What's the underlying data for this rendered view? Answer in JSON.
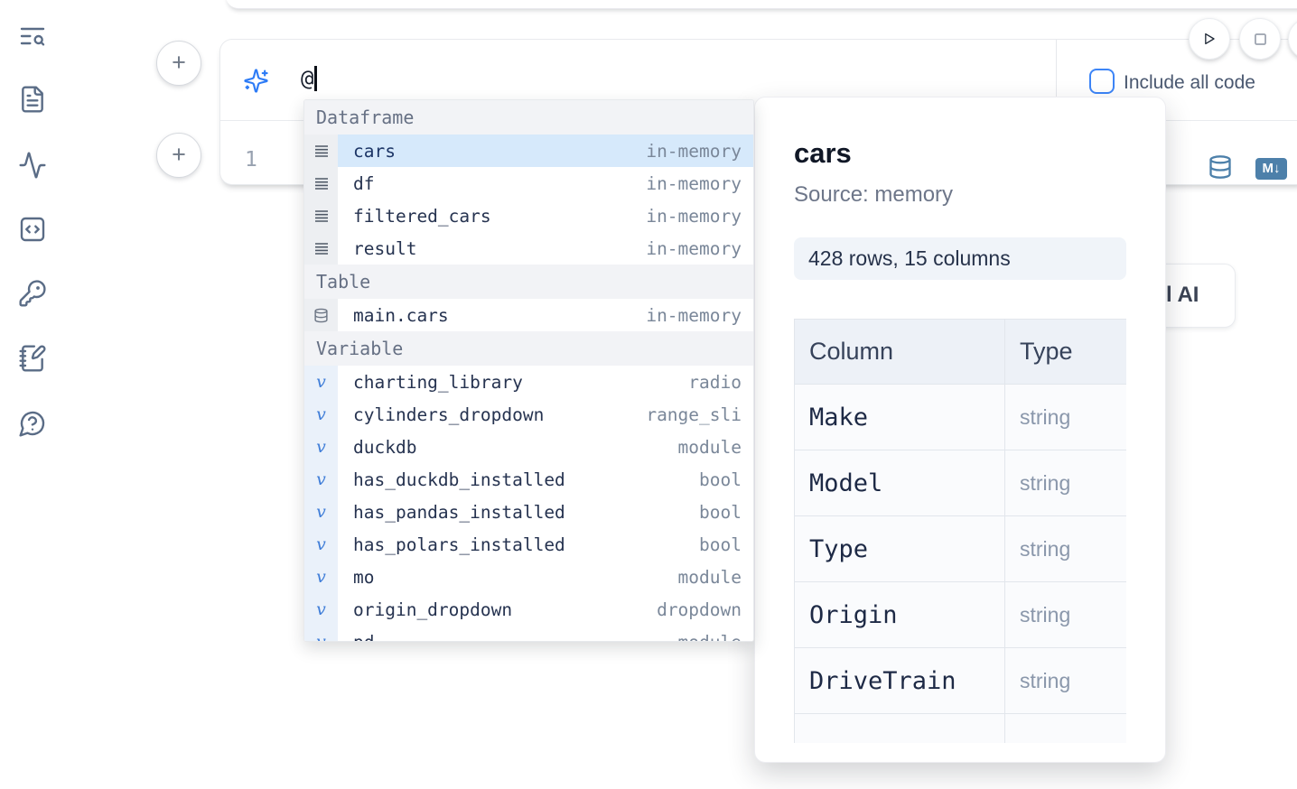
{
  "sidebar": {
    "items": [
      {
        "icon": "text-search-icon"
      },
      {
        "icon": "file-icon"
      },
      {
        "icon": "activity-icon"
      },
      {
        "icon": "code-square-icon"
      },
      {
        "icon": "key-icon"
      },
      {
        "icon": "notebook-pen-icon"
      },
      {
        "icon": "help-chat-icon"
      }
    ]
  },
  "ai_panel": {
    "prompt_value": "@",
    "include_label": "Include all code",
    "checkbox_checked": false
  },
  "code_cell": {
    "line_number": "1",
    "markdown_badge": "M↓"
  },
  "autocomplete": {
    "sections": [
      {
        "label": "Dataframe",
        "items": [
          {
            "icon": "rows-icon",
            "name": "cars",
            "type": "in-memory",
            "selected": true
          },
          {
            "icon": "rows-icon",
            "name": "df",
            "type": "in-memory",
            "selected": false
          },
          {
            "icon": "rows-icon",
            "name": "filtered_cars",
            "type": "in-memory",
            "selected": false
          },
          {
            "icon": "rows-icon",
            "name": "result",
            "type": "in-memory",
            "selected": false
          }
        ]
      },
      {
        "label": "Table",
        "items": [
          {
            "icon": "database-icon",
            "name": "main.cars",
            "type": "in-memory",
            "selected": false
          }
        ]
      },
      {
        "label": "Variable",
        "items": [
          {
            "icon": "variable-icon",
            "name": "charting_library",
            "type": "radio",
            "selected": false
          },
          {
            "icon": "variable-icon",
            "name": "cylinders_dropdown",
            "type": "range_sli",
            "selected": false
          },
          {
            "icon": "variable-icon",
            "name": "duckdb",
            "type": "module",
            "selected": false
          },
          {
            "icon": "variable-icon",
            "name": "has_duckdb_installed",
            "type": "bool",
            "selected": false
          },
          {
            "icon": "variable-icon",
            "name": "has_pandas_installed",
            "type": "bool",
            "selected": false
          },
          {
            "icon": "variable-icon",
            "name": "has_polars_installed",
            "type": "bool",
            "selected": false
          },
          {
            "icon": "variable-icon",
            "name": "mo",
            "type": "module",
            "selected": false
          },
          {
            "icon": "variable-icon",
            "name": "origin_dropdown",
            "type": "dropdown",
            "selected": false
          },
          {
            "icon": "variable-icon",
            "name": "pd",
            "type": "module",
            "selected": false
          }
        ]
      }
    ]
  },
  "popup": {
    "title": "cars",
    "source_label": "Source: memory",
    "shape_badge": "428 rows, 15 columns",
    "table": {
      "headers": [
        "Column",
        "Type"
      ],
      "rows": [
        [
          "Make",
          "string"
        ],
        [
          "Model",
          "string"
        ],
        [
          "Type",
          "string"
        ],
        [
          "Origin",
          "string"
        ],
        [
          "DriveTrain",
          "string"
        ]
      ]
    }
  },
  "generate_ai_button": {
    "visible_label": "l AI"
  },
  "colors": {
    "accent_blue": "#3d85f7",
    "steel_blue": "#4d80aa",
    "selected_row": "#d6e9fb",
    "sidebar_icon": "#5a6c86"
  }
}
